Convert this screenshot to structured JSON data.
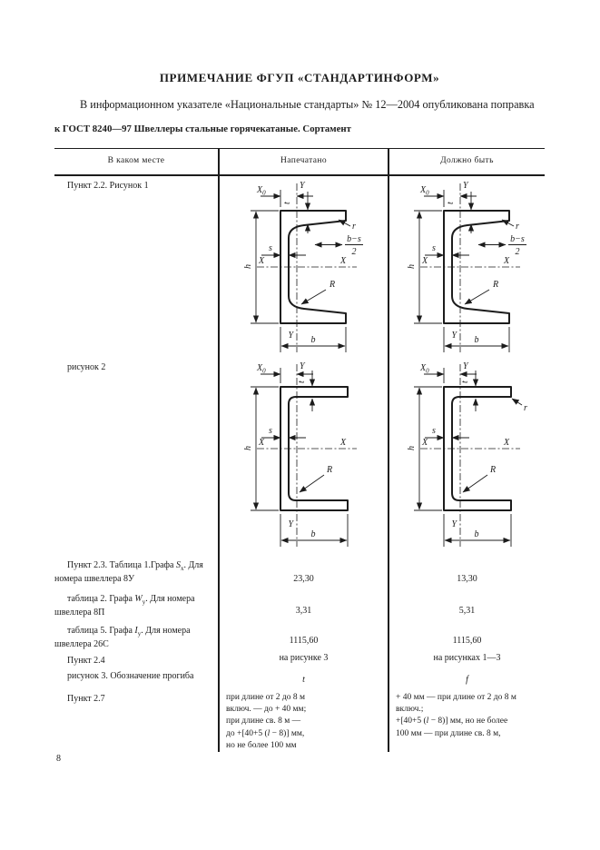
{
  "page": {
    "number": "8"
  },
  "header": {
    "title": "ПРИМЕЧАНИЕ ФГУП «СТАНДАРТИНФОРМ»",
    "intro": "В информационном указателе «Национальные стандарты» № 12—2004 опубликована поправка",
    "subject": "к ГОСТ 8240—97 Швеллеры стальные горячекатаные. Сортамент"
  },
  "table": {
    "columns": [
      "В каком месте",
      "Напечатано",
      "Должно быть"
    ],
    "rows": {
      "row1": {
        "place": "Пункт 2.2. Рисунок 1"
      },
      "row2": {
        "place": "рисунок 2"
      },
      "row3": {
        "place_pre": "Пункт 2.3. Таблица 1.Графа ",
        "var": "S",
        "sub": "x",
        "place_post": ". Для номера швеллера 8У",
        "printed": "23,30",
        "correct": "13,30"
      },
      "row4": {
        "place_pre": "таблица 2. Графа ",
        "var": "W",
        "sub": "y",
        "place_post": ". Для номера швеллера 8П",
        "printed": "3,31",
        "correct": "5,31"
      },
      "row5": {
        "place_pre": "таблица 5. Графа ",
        "var": "I",
        "sub": "y",
        "place_post": ". Для номера швеллера 26С",
        "printed": "1115,60",
        "correct": "1115,60"
      },
      "row6": {
        "place": "Пункт 2.4",
        "printed": "на рисунке 3",
        "correct": "на рисунках 1—3"
      },
      "row7": {
        "place": "рисунок 3. Обозначение прогиба",
        "printed": "t",
        "correct": "f"
      },
      "row8": {
        "place": "Пункт 2.7",
        "printed_pre": "при длине от 2 до 8 м\nвключ. — до + 40 мм;\nпри длине св. 8 м —\nдо +[40+5 (",
        "printed_var": "l",
        "printed_post": " − 8)] мм,\nно не более 100 мм",
        "correct_pre": "+ 40 мм — при длине от 2 до 8 м\nвключ.;\n+[40+5 (",
        "correct_var": "l",
        "correct_post": " − 8)] мм, но не более\n100 мм — при длине св. 8 м,"
      }
    }
  },
  "diagram": {
    "x0": "X",
    "x0_sub": "0",
    "y_axis": "Y",
    "t": "t",
    "h": "h",
    "s": "s",
    "x_axis": "X",
    "r_small": "r",
    "r_big": "R",
    "b": "b",
    "frac_num": "b−s",
    "frac_den": "2"
  }
}
